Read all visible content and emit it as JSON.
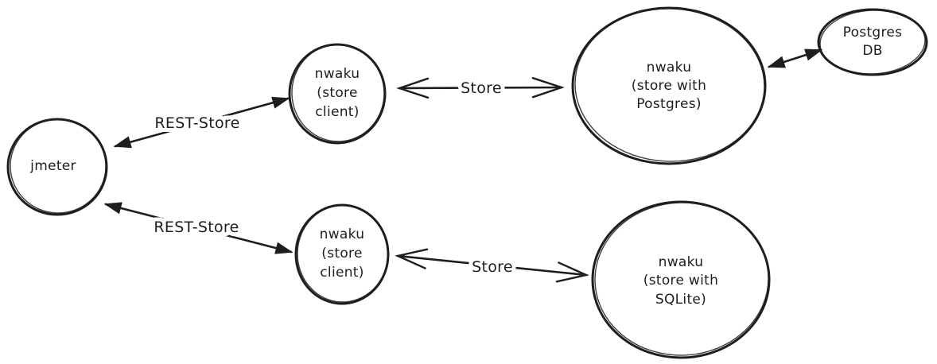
{
  "diagram": {
    "background_color": "#ffffff",
    "stroke_color": "#1e1e1e",
    "nodes": {
      "jmeter": {
        "lines": [
          "jmeter"
        ]
      },
      "store_client_top": {
        "lines": [
          "nwaku",
          "(store",
          "client)"
        ]
      },
      "store_postgres": {
        "lines": [
          "nwaku",
          "(store with",
          "Postgres)"
        ]
      },
      "postgres_db": {
        "lines": [
          "Postgres",
          "DB"
        ]
      },
      "store_client_bottom": {
        "lines": [
          "nwaku",
          "(store",
          "client)"
        ]
      },
      "store_sqlite": {
        "lines": [
          "nwaku",
          "(store with",
          "SQLite)"
        ]
      }
    },
    "edges": {
      "rest_store_top": {
        "label": "REST-Store"
      },
      "store_top": {
        "label": "Store"
      },
      "postgres_link": {
        "label": ""
      },
      "rest_store_bottom": {
        "label": "REST-Store"
      },
      "store_bottom": {
        "label": "Store"
      }
    }
  }
}
